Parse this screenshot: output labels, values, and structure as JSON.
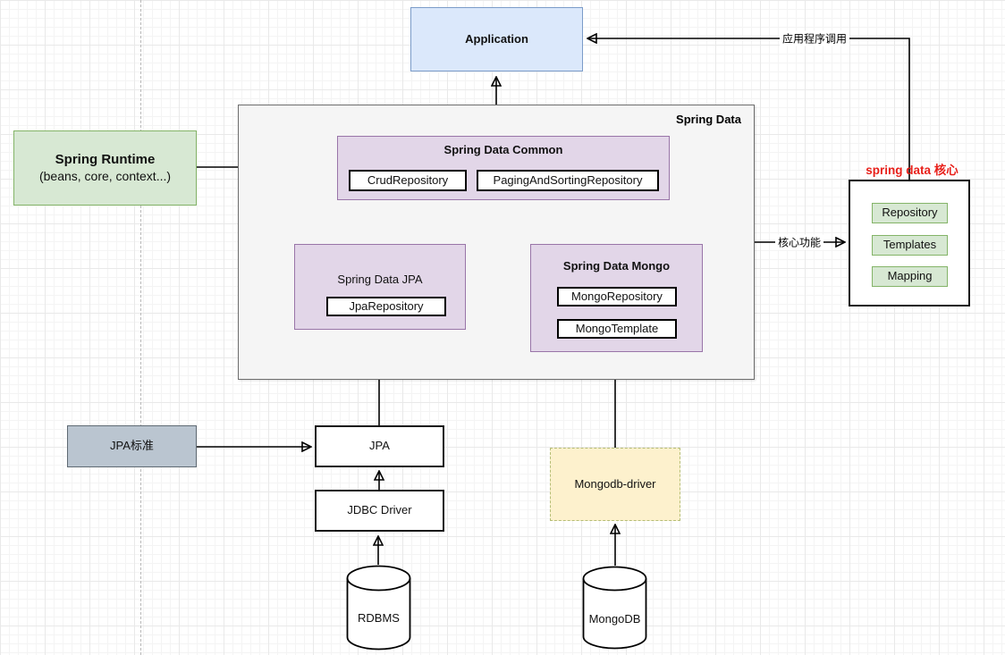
{
  "nodes": {
    "application": "Application",
    "spring_data": "Spring Data",
    "common": {
      "title": "Spring Data Common",
      "items": [
        "CrudRepository",
        "PagingAndSortingRepository"
      ]
    },
    "jpa_module": {
      "title": "Spring Data JPA",
      "items": [
        "JpaRepository"
      ]
    },
    "mongo_module": {
      "title": "Spring Data Mongo",
      "items": [
        "MongoRepository",
        "MongoTemplate"
      ]
    },
    "spring_runtime": {
      "title": "Spring Runtime",
      "subtitle": "(beans, core, context...)"
    },
    "core_panel": {
      "title": "spring data 核心",
      "items": [
        "Repository",
        "Templates",
        "Mapping"
      ]
    },
    "jpa_standard": "JPA标准",
    "jpa": "JPA",
    "jdbc_driver": "JDBC Driver",
    "rdbms": "RDBMS",
    "mongodb_driver": "Mongodb-driver",
    "mongodb": "MongoDB"
  },
  "edge_labels": {
    "app_call": "应用程序调用",
    "core_function": "核心功能"
  },
  "colors": {
    "application_fill": "#dbe8fb",
    "application_border": "#7b9cc9",
    "module_fill": "#e2d6e8",
    "module_border": "#9975a8",
    "runtime_fill": "#d7e8d3",
    "runtime_border": "#84b468",
    "container_fill": "#f5f5f5",
    "container_border": "#6e6e6e",
    "driver_fill": "#fdf1cd",
    "driver_border": "#b5bd76",
    "jpa_standard_fill": "#bac5d0",
    "jpa_standard_border": "#5f6a73",
    "core_title_red": "#e8201a",
    "edge_color": "#000000"
  }
}
